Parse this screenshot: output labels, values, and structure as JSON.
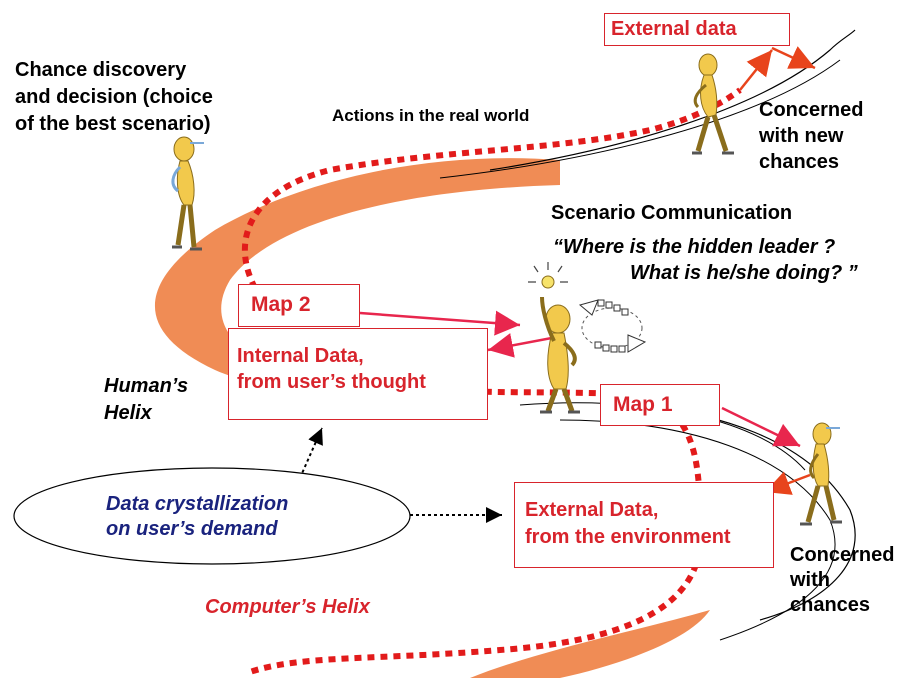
{
  "labels": {
    "external_data_top": "External data",
    "chance_discovery": [
      "Chance discovery",
      "and decision (choice",
      "of the best scenario)"
    ],
    "actions_real_world": "Actions in the real world",
    "concerned_new": [
      "Concerned",
      "with new",
      "chances"
    ],
    "scenario_communication": "Scenario Communication",
    "quote_line1": "“Where is the hidden leader ?",
    "quote_line2": "What is he/she doing? ”",
    "map2": "Map 2",
    "internal_data": [
      "Internal Data,",
      "from user’s thought"
    ],
    "humans_helix": [
      "Human’s",
      "Helix"
    ],
    "map1": "Map 1",
    "data_crystallization": [
      "Data crystallization",
      "on user’s demand"
    ],
    "external_data_env": [
      "External Data,",
      "from the environment"
    ],
    "concerned_chances": [
      "Concerned",
      "with",
      "chances"
    ],
    "computers_helix": "Computer’s Helix"
  },
  "colors": {
    "accent_red": "#d8242c",
    "helix_orange": "#f08c55",
    "navy": "#1a237e",
    "figure_yellow": "#f2c94c"
  },
  "icons": [
    "person-walking-icon",
    "person-standing-icon",
    "lightbulb-idea-icon",
    "speech-cycle-icon"
  ]
}
